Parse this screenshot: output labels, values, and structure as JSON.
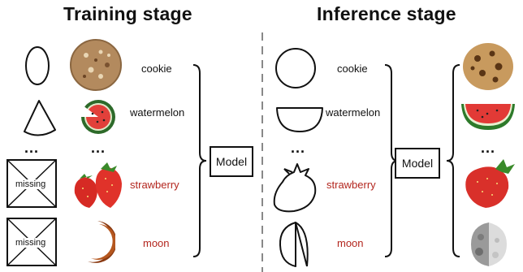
{
  "titles": {
    "training": "Training stage",
    "inference": "Inference stage"
  },
  "labels": {
    "cookie": "cookie",
    "watermelon": "watermelon",
    "strawberry": "strawberry",
    "moon": "moon"
  },
  "model_label": "Model",
  "missing_label": "missing",
  "ellipsis": "...",
  "colors": {
    "seen_label": "#111111",
    "unseen_label": "#b3261e",
    "divider": "#888888"
  },
  "icons": {
    "training_sketches": [
      "cookie-outline-icon",
      "watermelon-outline-icon",
      "missing-sketch-icon",
      "missing-sketch-icon"
    ],
    "training_photos": [
      "cookie-photo-icon",
      "watermelon-photo-icon",
      "strawberry-photo-icon",
      "moon-photo-icon"
    ],
    "inference_sketches": [
      "cookie-outline-icon",
      "watermelon-outline-icon",
      "strawberry-outline-icon",
      "moon-outline-icon"
    ],
    "inference_photos": [
      "cookie-photo-icon",
      "watermelon-photo-icon",
      "strawberry-photo-icon",
      "moon-photo-icon"
    ]
  }
}
